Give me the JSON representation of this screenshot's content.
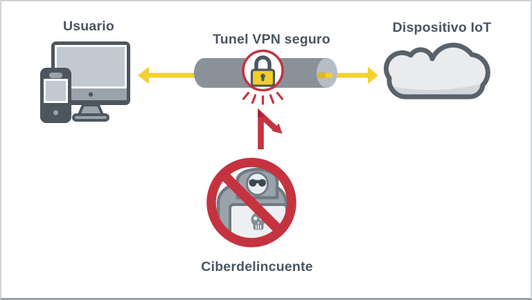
{
  "diagram": {
    "type": "security-infographic",
    "topic": "VPN tunnel protecting IoT traffic from cybercriminals"
  },
  "nodes": {
    "user": {
      "label": "Usuario",
      "icon": "desktop-and-phone-icon"
    },
    "tunnel": {
      "label": "Tunel VPN seguro",
      "icon": "padlock-badge-icon"
    },
    "iot": {
      "label": "Dispositivo IoT",
      "icon": "cloud-icon"
    },
    "attacker": {
      "label": "Ciberdelincuente",
      "icon": "blocked-hacker-icon"
    }
  },
  "connections": {
    "tunnel_to_user": "yellow-arrow-left",
    "tunnel_to_iot": "yellow-arrow-right",
    "attacker_to_tunnel": "red-deflected-arrow"
  },
  "colors": {
    "background": "#FFFFFF",
    "border": "#D0D3D5",
    "border_bottom": "#9B9FA2",
    "text": "#4A5563",
    "outline_dark": "#4D565F",
    "device_gray": "#9AA2AB",
    "screen_gray": "#C2C9D1",
    "tunnel_gray": "#8A9199",
    "tunnel_cap_gray": "#B5BDC5",
    "arrow_yellow": "#F2D230",
    "arrow_yellow_dark": "#D9B92A",
    "lock_yellow": "#F0CF26",
    "danger_red": "#C5333F",
    "danger_red_dark": "#9E2733",
    "cloud_fill": "#E9EBED",
    "cloud_shade": "#D3D7DB",
    "cloud_outline": "#59626B",
    "hacker_gray": "#9AA2AB",
    "hacker_outline": "#717A83",
    "face_light": "#E8EEF2",
    "glasses_dark": "#3F4850",
    "laptop_light": "#EDEFF2",
    "skull_gray": "#848D95"
  }
}
